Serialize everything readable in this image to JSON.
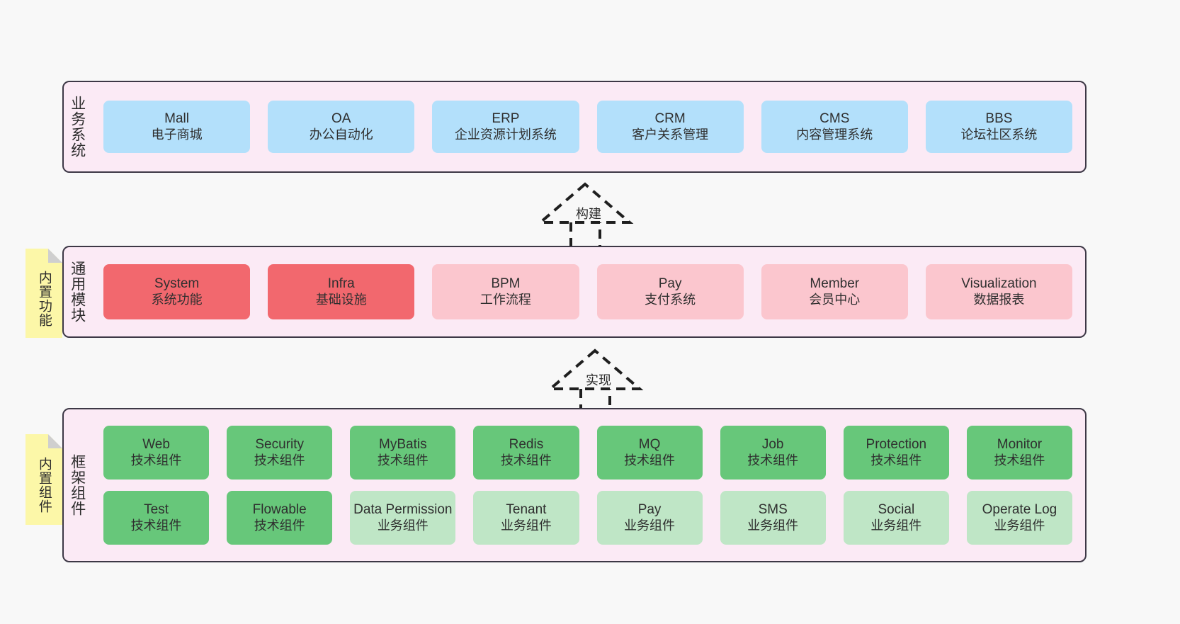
{
  "diagram": {
    "background": "#f8f8f8",
    "layers": [
      {
        "id": "business",
        "title": "业务系统",
        "rows": [
          {
            "cards": [
              {
                "title": "Mall",
                "subtitle": "电子商城",
                "color": "#b3e0fb"
              },
              {
                "title": "OA",
                "subtitle": "办公自动化",
                "color": "#b3e0fb"
              },
              {
                "title": "ERP",
                "subtitle": "企业资源计划系统",
                "color": "#b3e0fb"
              },
              {
                "title": "CRM",
                "subtitle": "客户关系管理",
                "color": "#b3e0fb"
              },
              {
                "title": "CMS",
                "subtitle": "内容管理系统",
                "color": "#b3e0fb"
              },
              {
                "title": "BBS",
                "subtitle": "论坛社区系统",
                "color": "#b3e0fb"
              }
            ]
          }
        ]
      },
      {
        "id": "common",
        "title": "通用模块",
        "note": "内置功能",
        "rows": [
          {
            "cards": [
              {
                "title": "System",
                "subtitle": "系统功能",
                "color": "#f2686e"
              },
              {
                "title": "Infra",
                "subtitle": "基础设施",
                "color": "#f2686e"
              },
              {
                "title": "BPM",
                "subtitle": "工作流程",
                "color": "#fbc6ce"
              },
              {
                "title": "Pay",
                "subtitle": "支付系统",
                "color": "#fbc6ce"
              },
              {
                "title": "Member",
                "subtitle": "会员中心",
                "color": "#fbc6ce"
              },
              {
                "title": "Visualization",
                "subtitle": "数据报表",
                "color": "#fbc6ce"
              }
            ]
          }
        ]
      },
      {
        "id": "framework",
        "title": "框架组件",
        "note": "内置组件",
        "rows": [
          {
            "cards": [
              {
                "title": "Web",
                "subtitle": "技术组件",
                "color": "#67c77a"
              },
              {
                "title": "Security",
                "subtitle": "技术组件",
                "color": "#67c77a"
              },
              {
                "title": "MyBatis",
                "subtitle": "技术组件",
                "color": "#67c77a"
              },
              {
                "title": "Redis",
                "subtitle": "技术组件",
                "color": "#67c77a"
              },
              {
                "title": "MQ",
                "subtitle": "技术组件",
                "color": "#67c77a"
              },
              {
                "title": "Job",
                "subtitle": "技术组件",
                "color": "#67c77a"
              },
              {
                "title": "Protection",
                "subtitle": "技术组件",
                "color": "#67c77a"
              },
              {
                "title": "Monitor",
                "subtitle": "技术组件",
                "color": "#67c77a"
              }
            ]
          },
          {
            "cards": [
              {
                "title": "Test",
                "subtitle": "技术组件",
                "color": "#67c77a"
              },
              {
                "title": "Flowable",
                "subtitle": "技术组件",
                "color": "#67c77a"
              },
              {
                "title": "Data Permission",
                "subtitle": "业务组件",
                "color": "#bfe6c6"
              },
              {
                "title": "Tenant",
                "subtitle": "业务组件",
                "color": "#bfe6c6"
              },
              {
                "title": "Pay",
                "subtitle": "业务组件",
                "color": "#bfe6c6"
              },
              {
                "title": "SMS",
                "subtitle": "业务组件",
                "color": "#bfe6c6"
              },
              {
                "title": "Social",
                "subtitle": "业务组件",
                "color": "#bfe6c6"
              },
              {
                "title": "Operate Log",
                "subtitle": "业务组件",
                "color": "#bfe6c6"
              }
            ]
          }
        ]
      }
    ],
    "connectors": [
      {
        "id": "build",
        "label": "构建",
        "style": "dashed-hollow-triangle-up"
      },
      {
        "id": "implement",
        "label": "实现",
        "style": "dashed-hollow-triangle-up"
      }
    ]
  }
}
